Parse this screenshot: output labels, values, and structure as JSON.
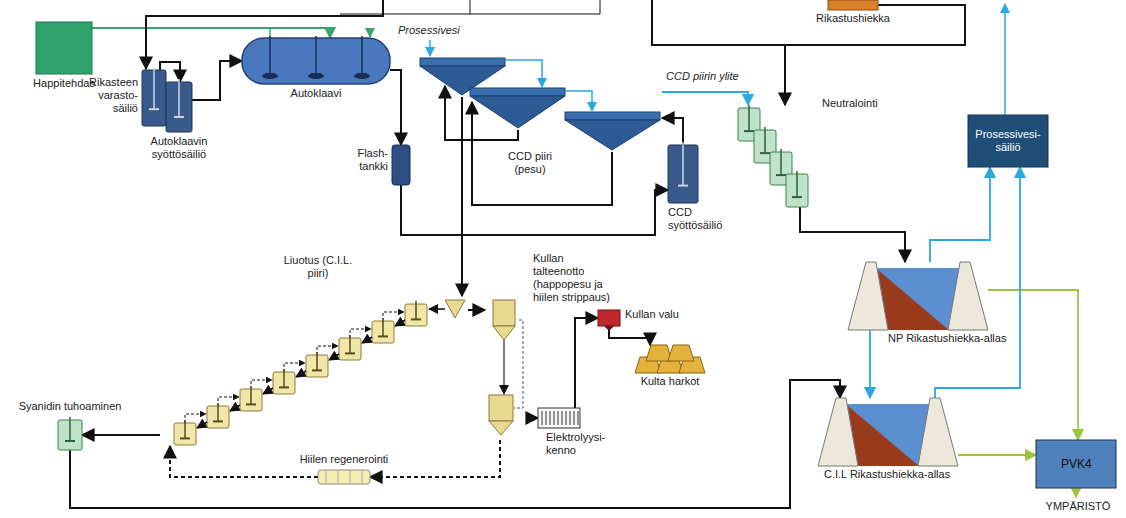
{
  "diagram": {
    "nodes": [
      {
        "text": [
          "Happitehdas"
        ]
      },
      {
        "text": [
          "Rikasteen varasto- säiliö"
        ]
      },
      {
        "text": [
          "Autoklaavin syöttösäiliö"
        ]
      },
      {
        "text": [
          "Autoklaavi"
        ]
      },
      {
        "text": [
          "Flash- tankki"
        ]
      },
      {
        "text": [
          "CCD piiri (pesu)"
        ]
      },
      {
        "text": [
          "CCD syöttösäiliö"
        ]
      },
      {
        "text": [
          "Neutralointi"
        ]
      },
      {
        "text": [
          "Rikastushiekka"
        ]
      },
      {
        "text": [
          "Prosessivesi- säiliö"
        ]
      },
      {
        "text": [
          "NP Rikastushiekka-allas"
        ]
      },
      {
        "text": [
          "C.I.L Rikastushiekka-allas"
        ]
      },
      {
        "text": [
          "PVK4"
        ]
      },
      {
        "text": [
          "Liuotus (C.I.L. piiri)"
        ]
      },
      {
        "text": [
          "Syanidin tuhoaminen"
        ]
      },
      {
        "text": [
          "Hiilen regenerointi"
        ]
      },
      {
        "text": [
          "Kullan talteenotto (happopesu ja hiilen strippaus)"
        ]
      },
      {
        "text": [
          "Elektrolyysi- kenno"
        ]
      },
      {
        "text": [
          "Kullan valu"
        ]
      },
      {
        "text": [
          "Kulta harkot"
        ]
      }
    ],
    "edges": [
      {
        "from": 0,
        "to": 3,
        "arrow": "to"
      },
      {
        "from": 1,
        "to": 2,
        "arrow": "to"
      },
      {
        "from": 2,
        "to": 3,
        "arrow": "to"
      },
      {
        "from": 3,
        "to": 4,
        "arrow": "to"
      },
      {
        "from": 4,
        "to": 6,
        "arrow": "to"
      },
      {
        "from": 6,
        "to": 5,
        "arrow": "to"
      },
      {
        "from": 5,
        "to": 7,
        "label": "CCD piirin ylite",
        "arrow": "to"
      },
      {
        "from": 8,
        "to": 7,
        "arrow": "to"
      },
      {
        "from": 7,
        "to": 10,
        "arrow": "to"
      },
      {
        "from": 10,
        "to": 9,
        "arrow": "to"
      },
      {
        "from": 10,
        "to": 12,
        "arrow": "to"
      },
      {
        "from": 10,
        "to": 11,
        "arrow": "to"
      },
      {
        "from": 11,
        "to": 9,
        "arrow": "to"
      },
      {
        "from": 11,
        "to": 12,
        "arrow": "to"
      },
      {
        "from": 5,
        "to": 13,
        "arrow": "to"
      },
      {
        "from": 13,
        "to": 16,
        "arrow": "to"
      },
      {
        "from": 16,
        "to": 17,
        "arrow": "to"
      },
      {
        "from": 17,
        "to": 18,
        "arrow": "to"
      },
      {
        "from": 18,
        "to": 19,
        "arrow": "to"
      },
      {
        "from": 13,
        "to": 14,
        "arrow": "to"
      },
      {
        "from": 14,
        "to": 11,
        "arrow": "to"
      },
      {
        "from": 15,
        "to": 13,
        "arrow": "to"
      },
      {
        "from": 16,
        "to": 15,
        "arrow": "to"
      }
    ],
    "labels": [
      "Prosessivesi",
      "YMPÄRISTÖ"
    ]
  }
}
